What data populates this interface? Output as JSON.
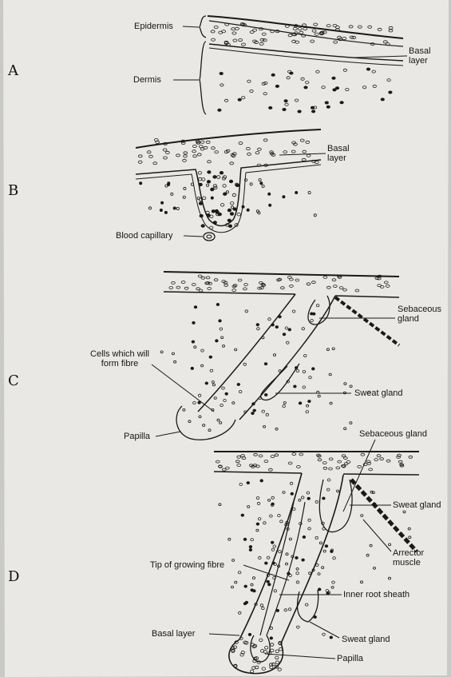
{
  "panels": [
    {
      "letter": "A",
      "labels": {
        "epidermis": "Epidermis",
        "dermis": "Dermis",
        "basal_layer": "Basal layer"
      }
    },
    {
      "letter": "B",
      "labels": {
        "basal_layer": "Basal layer",
        "blood_capillary": "Blood capillary"
      }
    },
    {
      "letter": "C",
      "labels": {
        "cells_fibre": "Cells which will form fibre",
        "papilla": "Papilla",
        "sebaceous_gland": "Sebaceous gland",
        "sweat_gland": "Sweat gland"
      }
    },
    {
      "letter": "D",
      "labels": {
        "sebaceous_gland": "Sebaceous gland",
        "sweat_gland_upper": "Sweat gland",
        "arrector_muscle": "Arrector muscle",
        "tip_growing_fibre": "Tip of growing fibre",
        "inner_root_sheath": "Inner root sheath",
        "basal_layer": "Basal layer",
        "sweat_gland_lower": "Sweat gland",
        "papilla": "Papilla"
      }
    }
  ],
  "colors": {
    "paper": "#e9e8e4",
    "ink": "#1a1a1a",
    "background": "#c9c9c6"
  }
}
